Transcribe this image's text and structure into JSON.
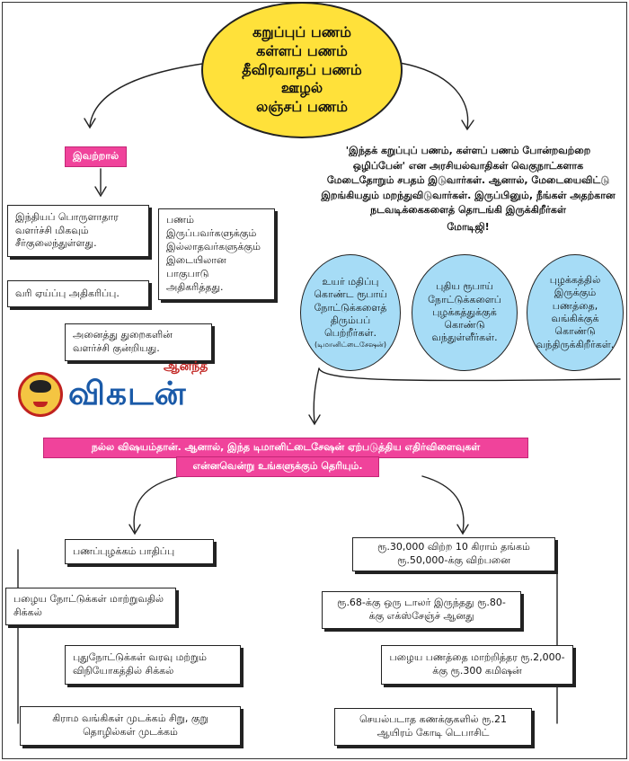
{
  "title_lines": [
    "கறுப்புப் பணம்",
    "கள்ளப் பணம்",
    "தீவிரவாதப் பணம்",
    "ஊழல்",
    "லஞ்சப் பணம்"
  ],
  "left": {
    "tag": "இவற்றால்",
    "box1": "இந்தியப் பொருளாதார வளர்ச்சி மிகவும் சீர்குலைந்துள்ளது.",
    "box2": "வரி ஏய்ப்பு அதிகரிப்பு.",
    "box3": "பணம் இருப்பவர்களுக்கும் இல்லாதவர்களுக்கும் இடையிலான பாகுபாடு அதிகரித்தது.",
    "box4": "அனைத்து துறைகளின் வளர்ச்சி குன்றியது."
  },
  "quote": {
    "text": "'இந்தக் கறுப்புப் பணம், கள்ளப் பணம் போன்றவற்றை ஒழிப்பேன்' என அரசியல்வாதிகள் வெகுநாட்களாக மேடைதோறும் சபதம் இடுவார்கள். ஆனால், மேடையைவிட்டு இறங்கியதும் மறந்துவிடுவார்கள். இருப்பினும், நீங்கள் அதற்கான நடவடிக்கைகளைத் தொடங்கி இருக்கிறீர்கள்",
    "name": "மோடிஜி!"
  },
  "bubbles": [
    {
      "text": "உயர் மதிப்பு கொண்ட ரூபாய் நோட்டுக்களைத் திரும்பப் பெற்றீர்கள்.",
      "note": "(டிமானிட்டைசேஷன்)"
    },
    {
      "text": "புதிய ரூபாய் நோட்டுக்களைப் புழக்கத்துக்குக் கொண்டு வந்துள்ளீர்கள்.",
      "note": ""
    },
    {
      "text": "புழக்கத்தில் இருக்கும் பணத்தை, வங்கிக்குக் கொண்டு வந்திருக்கிறீர்கள்.",
      "note": ""
    }
  ],
  "logo": {
    "small": "ஆனந்த",
    "big": "விகடன்"
  },
  "banner": {
    "line1": "நல்ல விஷயம்தான். ஆனால், இந்த டிமானிட்டைசேஷன் ஏற்படுத்திய எதிர்விளைவுகள்",
    "line2": "என்னவென்று உங்களுக்கும் தெரியும்."
  },
  "bottom_left": [
    "பணப்புழக்கம் பாதிப்பு",
    "பழைய நோட்டுக்கள் மாற்றுவதில் சிக்கல்",
    "புதுநோட்டுக்கள் வரவு மற்றும் விநியோகத்தில் சிக்கல்",
    "கிராம வங்கிகள் முடக்கம் சிறு, குறு தொழில்கள் முடக்கம்"
  ],
  "bottom_right": [
    "ரூ.30,000 விற்ற 10 கிராம் தங்கம் ரூ.50,000-க்கு விற்பனை",
    "ரூ.68-க்கு ஒரு டாலர் இருந்தது ரூ.80-க்கு எக்ஸ்சேஞ்ச் ஆனது",
    "பழைய பணத்தை மாற்றித்தர ரூ.2,000-க்கு ரூ.300 கமிஷன்",
    "செயல்படாத கணக்குகளில் ரூ.21 ஆயிரம் கோடி டெபாசிட்"
  ],
  "colors": {
    "yellow": "#ffe13a",
    "pink": "#f0439b",
    "blue": "#a6dcf6",
    "logo_blue": "#1a5aa8",
    "logo_red": "#c0221f"
  }
}
